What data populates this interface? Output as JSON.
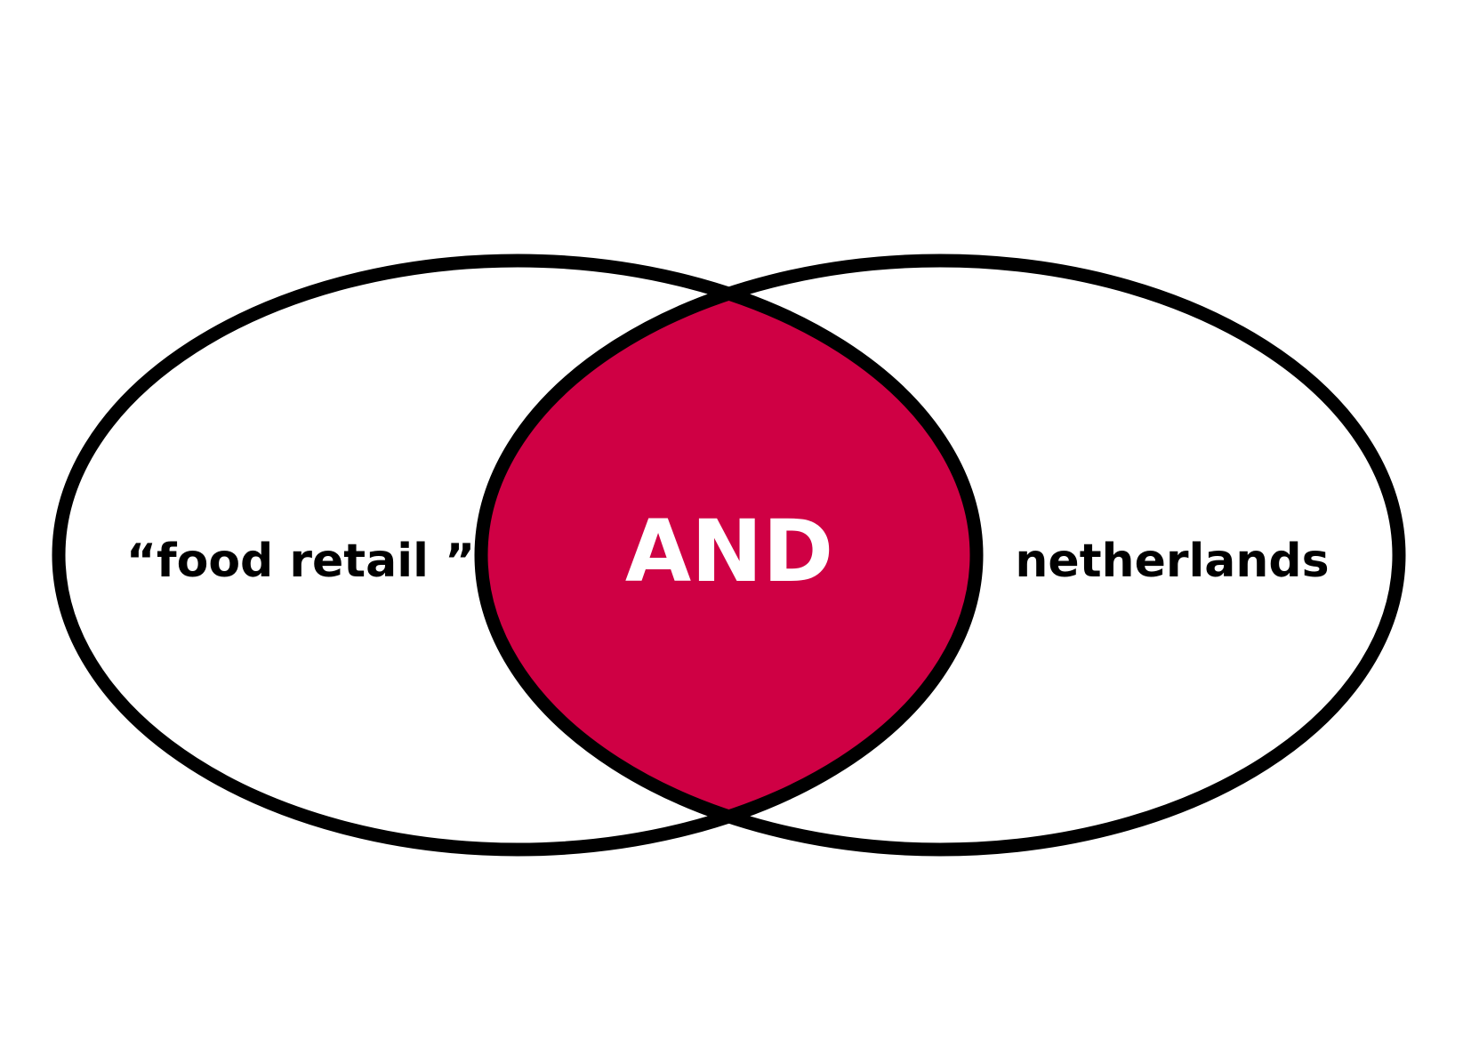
{
  "diagram": {
    "type": "venn",
    "sets": [
      {
        "label": "“food retail ”"
      },
      {
        "label": "netherlands"
      }
    ],
    "intersection": {
      "label": "AND"
    }
  },
  "colors": {
    "background": "#ffffff",
    "outline": "#000000",
    "intersection_fill": "#cf0044",
    "set_text": "#000000",
    "intersection_text": "#ffffff"
  }
}
